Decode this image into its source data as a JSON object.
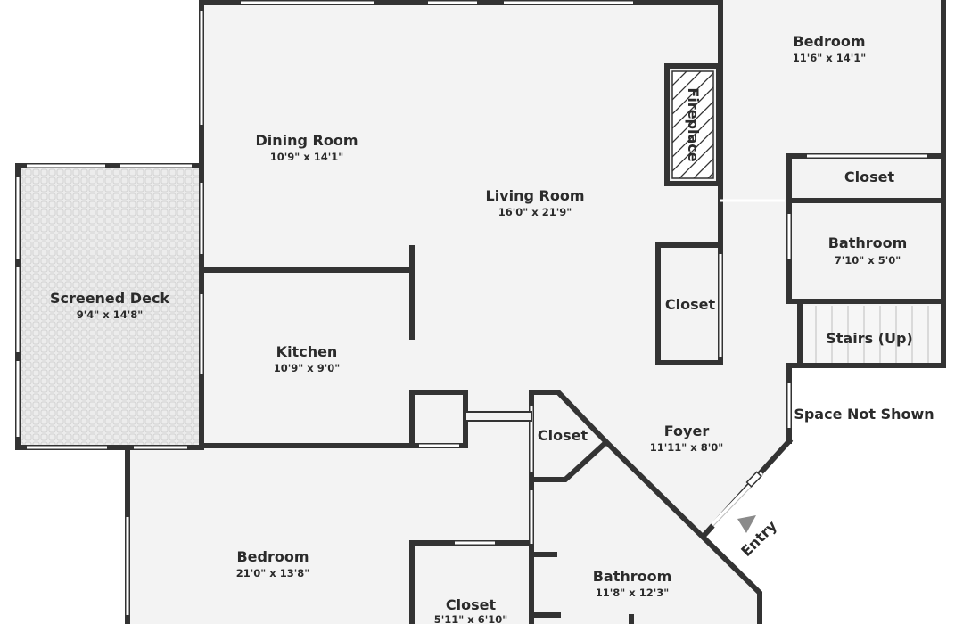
{
  "rooms": {
    "bedroom_ne": {
      "name": "Bedroom",
      "dims": "11'6\" x 14'1\""
    },
    "dining": {
      "name": "Dining Room",
      "dims": "10'9\" x 14'1\""
    },
    "living": {
      "name": "Living Room",
      "dims": "16'0\" x 21'9\""
    },
    "closet_ne": {
      "name": "Closet"
    },
    "bathroom_ne": {
      "name": "Bathroom",
      "dims": "7'10\" x 5'0\""
    },
    "screened_deck": {
      "name": "Screened Deck",
      "dims": "9'4\" x 14'8\""
    },
    "closet_living": {
      "name": "Closet"
    },
    "kitchen": {
      "name": "Kitchen",
      "dims": "10'9\" x 9'0\""
    },
    "stairs": {
      "name": "Stairs (Up)"
    },
    "space_not_shown": {
      "name": "Space Not Shown"
    },
    "foyer": {
      "name": "Foyer",
      "dims": "11'11\" x 8'0\""
    },
    "closet_foyer": {
      "name": "Closet"
    },
    "bedroom_s": {
      "name": "Bedroom",
      "dims": "21'0\" x 13'8\""
    },
    "bathroom_s": {
      "name": "Bathroom",
      "dims": "11'8\" x 12'3\""
    },
    "closet_s": {
      "name": "Closet",
      "dims": "5'11\" x 6'10\""
    }
  },
  "fixtures": {
    "fireplace": "Fireplace"
  },
  "entry": {
    "label": "Entry"
  },
  "colors": {
    "wall": "#333333",
    "floor": "#f3f3f3",
    "background": "#ffffff"
  }
}
